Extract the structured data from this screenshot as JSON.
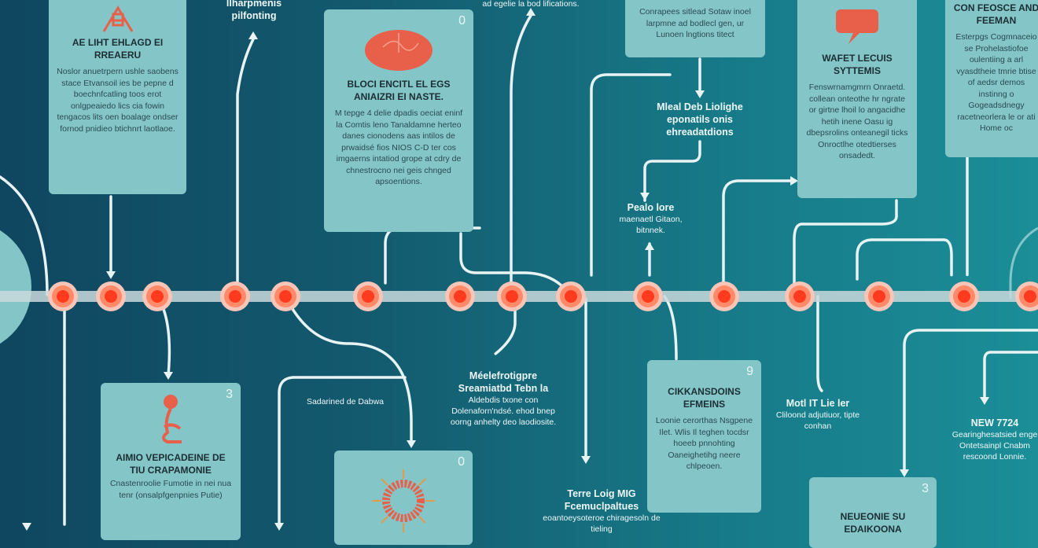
{
  "colors": {
    "background_left": "#0f4660",
    "background_right": "#1b8e98",
    "card": "#84c6c8",
    "accent": "#e8604a",
    "timeline": "#c9d9dc",
    "dot": "#ff3b1f"
  },
  "timeline": {
    "nodes": 15
  },
  "cards": [
    {
      "title": "AE LIHT EHLAGD EI RREAERU",
      "body": "Noslor anuetrpern ushle saobens stace Etvansoil ies be pepne d boechnfcatling toos erot onlgpeaiedo lics cia fowin tengacos lits oen boalage ondser fornod pnidieo btichnrt laotlaoe.",
      "badge": "",
      "icon": "tent-icon"
    },
    {
      "title": "BLOCI ENCITL EL EGS ANIAIZRI EI NASTE.",
      "body": "M tepge 4 delie dpadis oeciat eninf la Comtis leno Tanaldamne herteo danes cionodens aas intilos de prwaidsé fios NIOS C-D ter cos imgaerns intatiod grope at cdry de chnestrocno nei geis chnged apsoentions.",
      "badge": "0",
      "icon": "brain-icon"
    },
    {
      "title": "",
      "body": "Conrapees sitlead Sotaw inoel larpmne ad bodlecl gen, ur Lunoen lngtions titect",
      "badge": "",
      "icon": ""
    },
    {
      "title": "WAFET LECUIS SYTTEMIS",
      "body": "Fenswrnamgmrn Onraetd. collean onteothe hr ngrate or girtne lhoil lo angacidhe hetih inene Oasu ig dbepsrolins onteanegil ticks Onroctlhe otedtierses onsadedt.",
      "badge": "",
      "icon": "speech-bubble-icon"
    },
    {
      "title": "CON FEOSCE AND FEEMAN",
      "body": "Esterpgs Cogmnaceio se Prohelastiofoe oulentiing a arl vyasdtheie tmrie btise of aedsr demos instinng o Gogeadsdnegy racetneorlera le or ati Home oc",
      "badge": "",
      "icon": ""
    },
    {
      "title": "AIMIO VEPICADEINE DE TIU CRAPAMONIE",
      "body": "Cnastenroolie Fumotie in nei nua tenr (onsalpfgenpnies Putie)",
      "badge": "3",
      "icon": "figure-icon"
    },
    {
      "title": "",
      "body": "",
      "badge": "0",
      "icon": "sun-icon"
    },
    {
      "title": "CIKKANSDOINS EFMEINS",
      "body": "Loonie cerorthas Nsgpene Ilet. Wlis Il teghen tocdsr hoeeb pnnohting Oaneighetihg neere chlpeoen.",
      "badge": "9",
      "icon": ""
    },
    {
      "title": "NEUEONIE SU EDAIKOONA",
      "body": "",
      "badge": "3",
      "icon": ""
    }
  ],
  "labels": [
    {
      "title": "Ilharpmenis pilfonting",
      "body": ""
    },
    {
      "title": "",
      "body": "ad egelie la bod lifications."
    },
    {
      "title": "Mleal Deb Liolighe eponatils onis ehreadatdions",
      "body": ""
    },
    {
      "title": "Pealo lore",
      "body": "maenaetl Gitaon, bitnnek."
    },
    {
      "title": "Méelefrotigpre Sreamiatbd Tebn la",
      "body": "Aldebdis txone con Dolenaforn'ndsé. ehod bnep oorng anhelty deo laodiosite."
    },
    {
      "title": "",
      "body": "Sadarined de Dabwa"
    },
    {
      "title": "Motl IT Lie ler",
      "body": "Cliloond adjutiuor, tipte conhan"
    },
    {
      "title": "Terre Loig MIG Fcemuclpaltues",
      "body": "eoantoeysoteroe chiragesoln de tieling"
    },
    {
      "title": "NEW 7724",
      "body": "Gearinghesatsied enge Ontetsainpl Cnabm rescoond Lonnie."
    }
  ]
}
